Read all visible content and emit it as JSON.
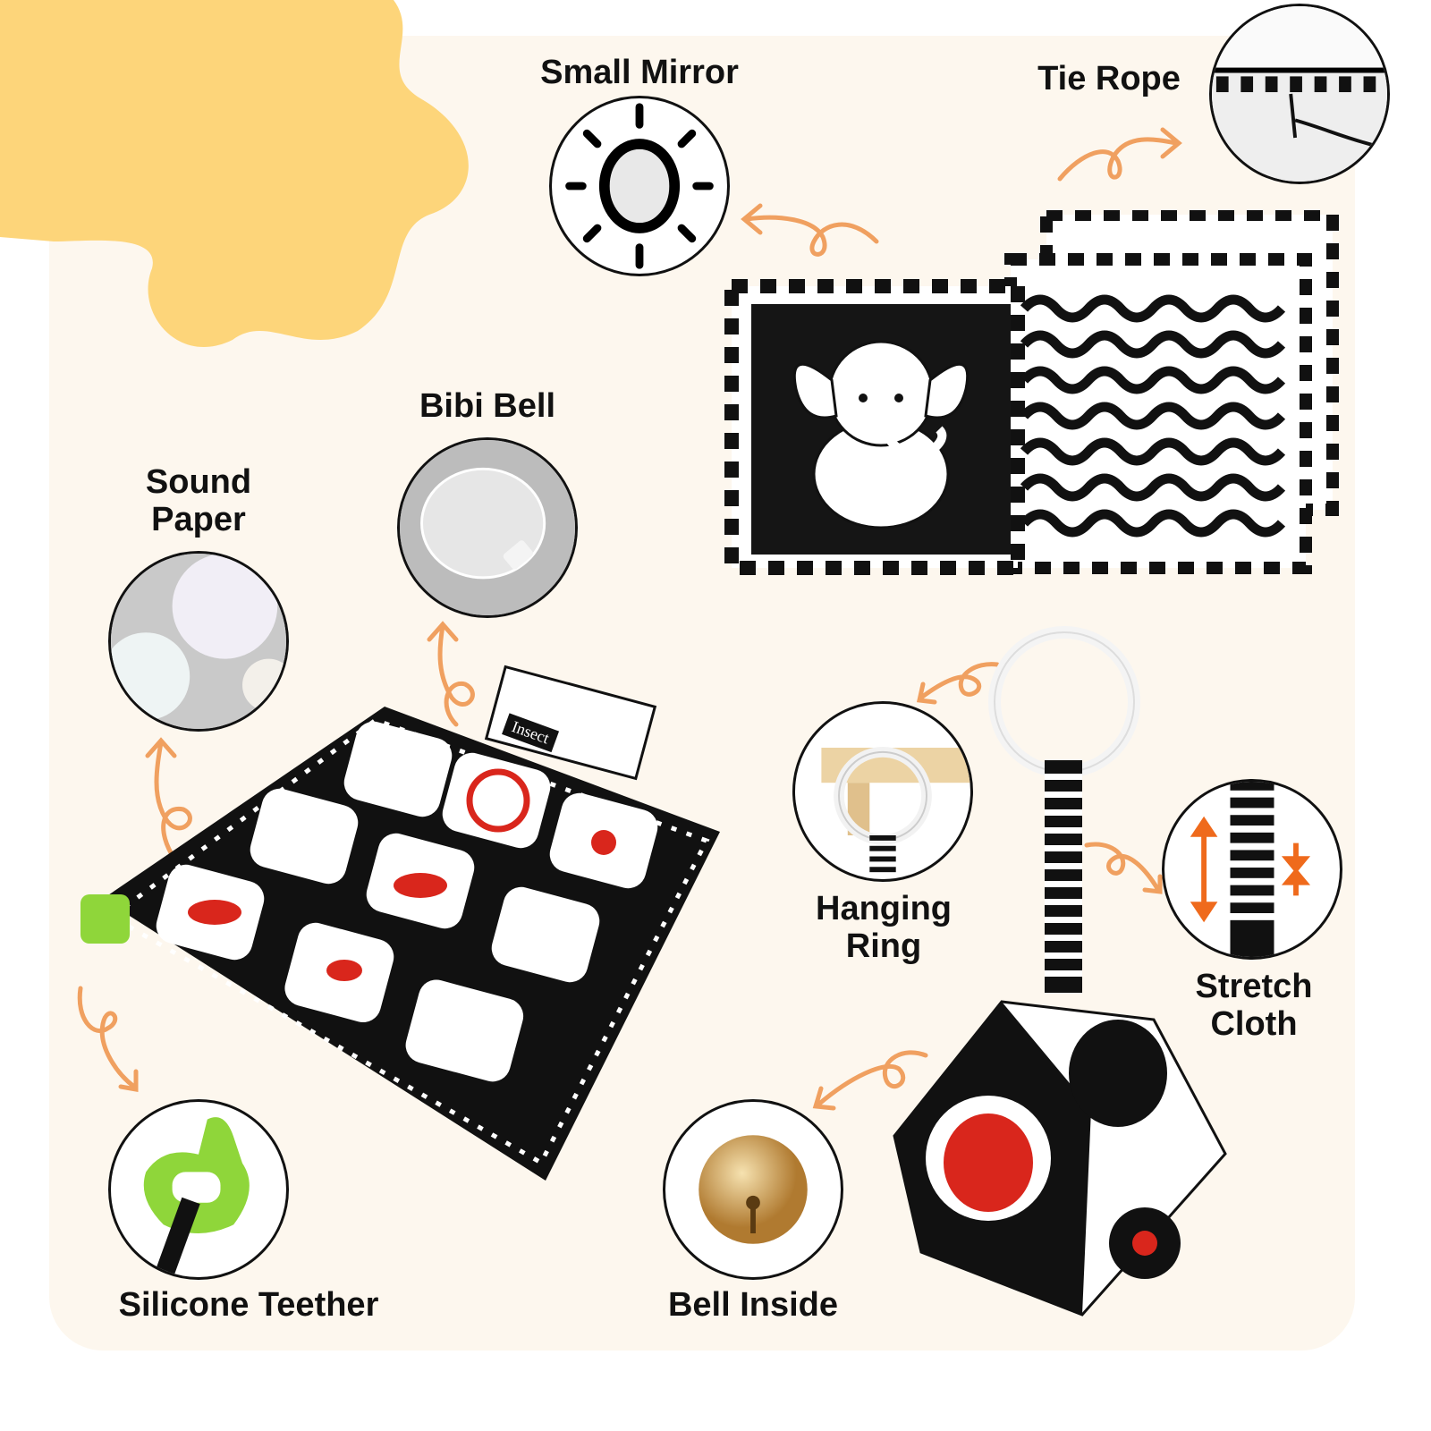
{
  "features": {
    "small_mirror": "Small Mirror",
    "tie_rope": "Tie Rope",
    "bibi_bell": "Bibi Bell",
    "sound_paper": [
      "Sound",
      "Paper"
    ],
    "hanging_ring": [
      "Hanging",
      "Ring"
    ],
    "stretch_cloth": [
      "Stretch",
      "Cloth"
    ],
    "silicone_teether": "Silicone Teether",
    "bell_inside": "Bell Inside"
  },
  "mat": {
    "tab_label": "Insect"
  },
  "colors": {
    "accent": "#f0a060",
    "splash": "#fdd57a",
    "background": "#fdf7ee",
    "teether": "#8fd63a",
    "red": "#d9261c"
  }
}
